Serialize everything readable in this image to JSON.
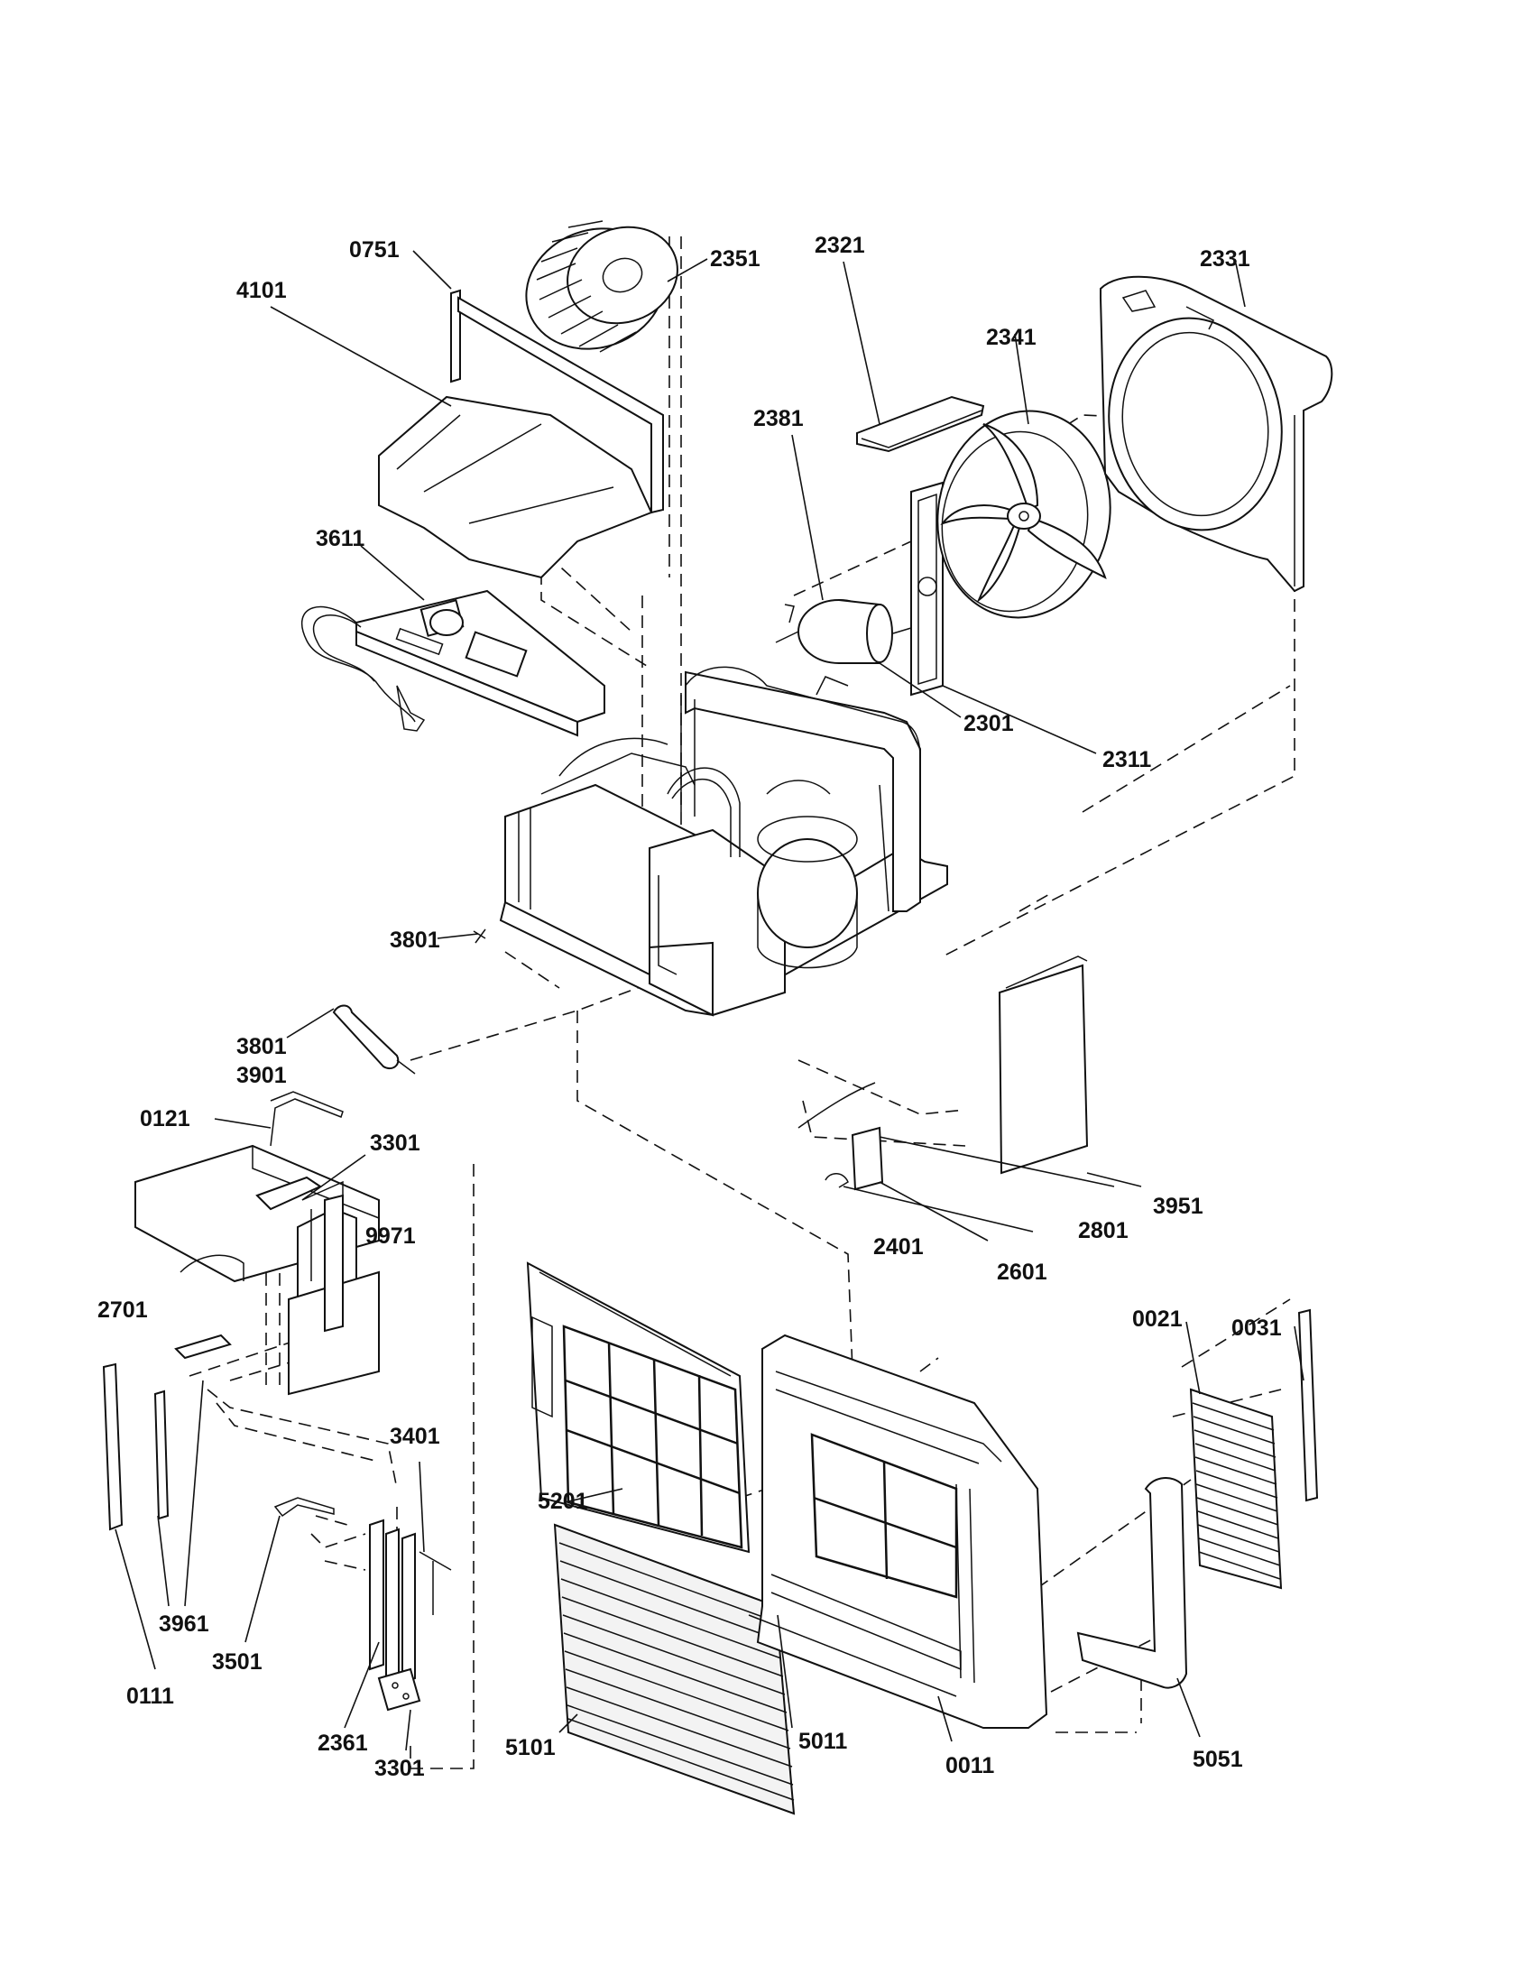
{
  "diagram": {
    "type": "exploded-parts-view",
    "colors": {
      "line": "#111111",
      "background": "#ffffff"
    },
    "callouts": [
      {
        "id": "c-0751",
        "text": "0751"
      },
      {
        "id": "c-2351",
        "text": "2351"
      },
      {
        "id": "c-2321",
        "text": "2321"
      },
      {
        "id": "c-2331",
        "text": "2331"
      },
      {
        "id": "c-4101",
        "text": "4101"
      },
      {
        "id": "c-2341",
        "text": "2341"
      },
      {
        "id": "c-2381",
        "text": "2381"
      },
      {
        "id": "c-3611",
        "text": "3611"
      },
      {
        "id": "c-2301",
        "text": "2301"
      },
      {
        "id": "c-2311",
        "text": "2311"
      },
      {
        "id": "c-3801a",
        "text": "3801"
      },
      {
        "id": "c-3801b",
        "text": "3801"
      },
      {
        "id": "c-3901",
        "text": "3901"
      },
      {
        "id": "c-0121",
        "text": "0121"
      },
      {
        "id": "c-3301a",
        "text": "3301"
      },
      {
        "id": "c-9971",
        "text": "9971"
      },
      {
        "id": "c-2701",
        "text": "2701"
      },
      {
        "id": "c-2401",
        "text": "2401"
      },
      {
        "id": "c-2601",
        "text": "2601"
      },
      {
        "id": "c-2801",
        "text": "2801"
      },
      {
        "id": "c-3951",
        "text": "3951"
      },
      {
        "id": "c-0021",
        "text": "0021"
      },
      {
        "id": "c-0031",
        "text": "0031"
      },
      {
        "id": "c-3401",
        "text": "3401"
      },
      {
        "id": "c-5201",
        "text": "5201"
      },
      {
        "id": "c-3961",
        "text": "3961"
      },
      {
        "id": "c-3501",
        "text": "3501"
      },
      {
        "id": "c-0111",
        "text": "0111"
      },
      {
        "id": "c-2361",
        "text": "2361"
      },
      {
        "id": "c-3301b",
        "text": "3301"
      },
      {
        "id": "c-5101",
        "text": "5101"
      },
      {
        "id": "c-5011",
        "text": "5011"
      },
      {
        "id": "c-0011",
        "text": "0011"
      },
      {
        "id": "c-5051",
        "text": "5051"
      }
    ]
  }
}
